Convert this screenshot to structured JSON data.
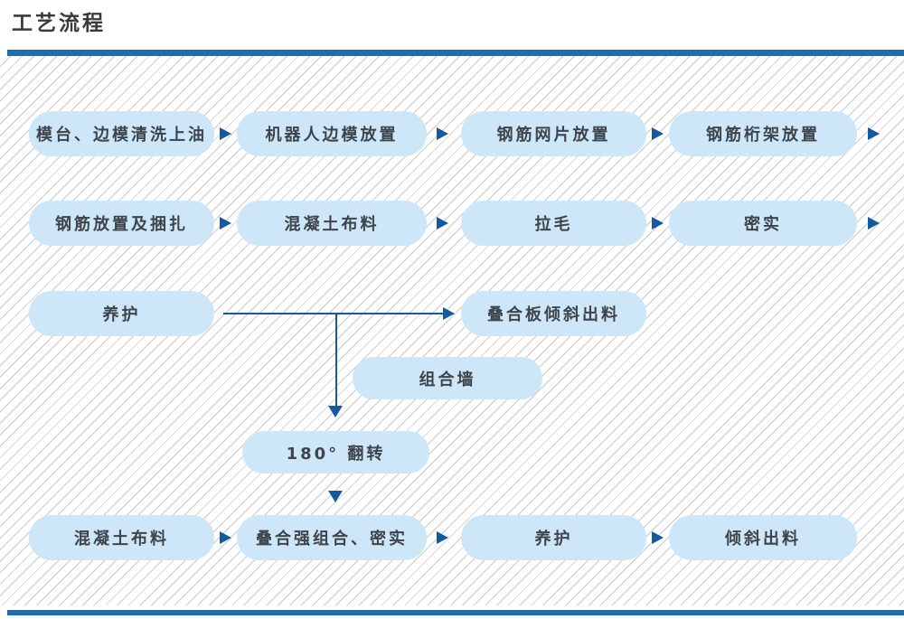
{
  "title": "工艺流程",
  "colors": {
    "accent_blue": "#1c6db4",
    "arrow_blue": "#15599f",
    "pill_fill": "#cde7f8",
    "pill_text": "#3d444b",
    "hatch_line": "#c9c9c9",
    "title_text": "#3a3a3a"
  },
  "icons": {
    "flow_arrow_right": "triangle-right",
    "flow_arrow_down": "triangle-down"
  },
  "flow": {
    "row1": [
      "模台、边模清洗上油",
      "机器人边模放置",
      "钢筋网片放置",
      "钢筋桁架放置"
    ],
    "row2": [
      "钢筋放置及捆扎",
      "混凝土布料",
      "拉毛",
      "密实"
    ],
    "row3_start": "养护",
    "row3_target": "叠合板倾斜出料",
    "branch_mid": "组合墙",
    "branch_flip": "180° 翻转",
    "row4": [
      "混凝土布料",
      "叠合强组合、密实",
      "养护",
      "倾斜出料"
    ]
  }
}
